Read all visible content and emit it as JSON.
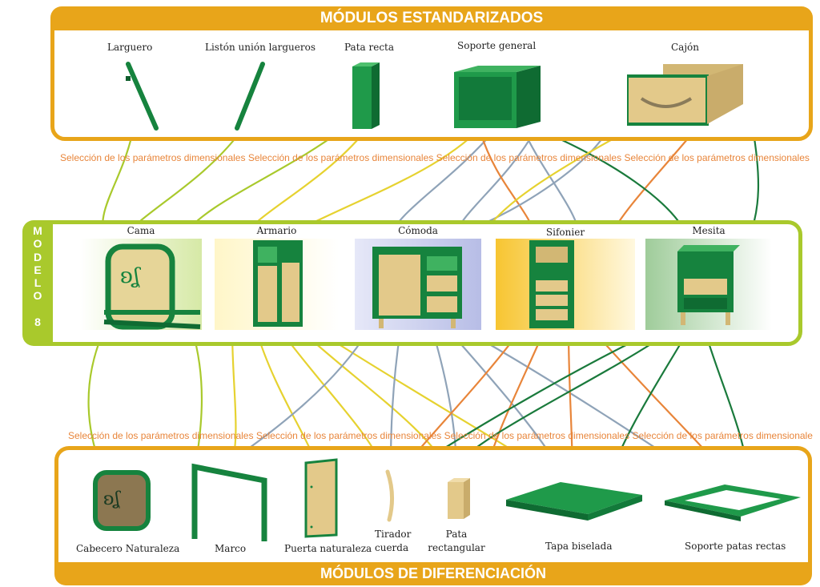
{
  "top_title": "MÓDULOS ESTANDARIZADOS",
  "bottom_title": "MÓDULOS DE DIFERENCIACIÓN",
  "model_letters": [
    "M",
    "O",
    "D",
    "E",
    "L",
    "O",
    "",
    "8"
  ],
  "standard_modules": [
    "Larguero",
    "Listón unión largueros",
    "Pata recta",
    "Soporte general",
    "Cajón"
  ],
  "models": [
    "Cama",
    "Armario",
    "Cómoda",
    "Sifonier",
    "Mesita"
  ],
  "differentiation_modules": [
    "Cabecero Naturaleza",
    "Marco",
    "Puerta naturaleza",
    "Tirador cuerda",
    "Pata rectangular",
    "Tapa biselada",
    "Soporte patas rectas"
  ],
  "selection_label": "Selección de los parámetros dimensionales",
  "colors": {
    "orange": "#e8a51a",
    "lime": "#a9c92c",
    "furniture_green": "#16833e",
    "wood": "#e3c98a",
    "link_yellow": "#e6d230",
    "link_green": "#a9c92c",
    "link_blue": "#8fa3b8",
    "link_orange": "#e8853a",
    "link_dark_green": "#1a7a3c"
  }
}
